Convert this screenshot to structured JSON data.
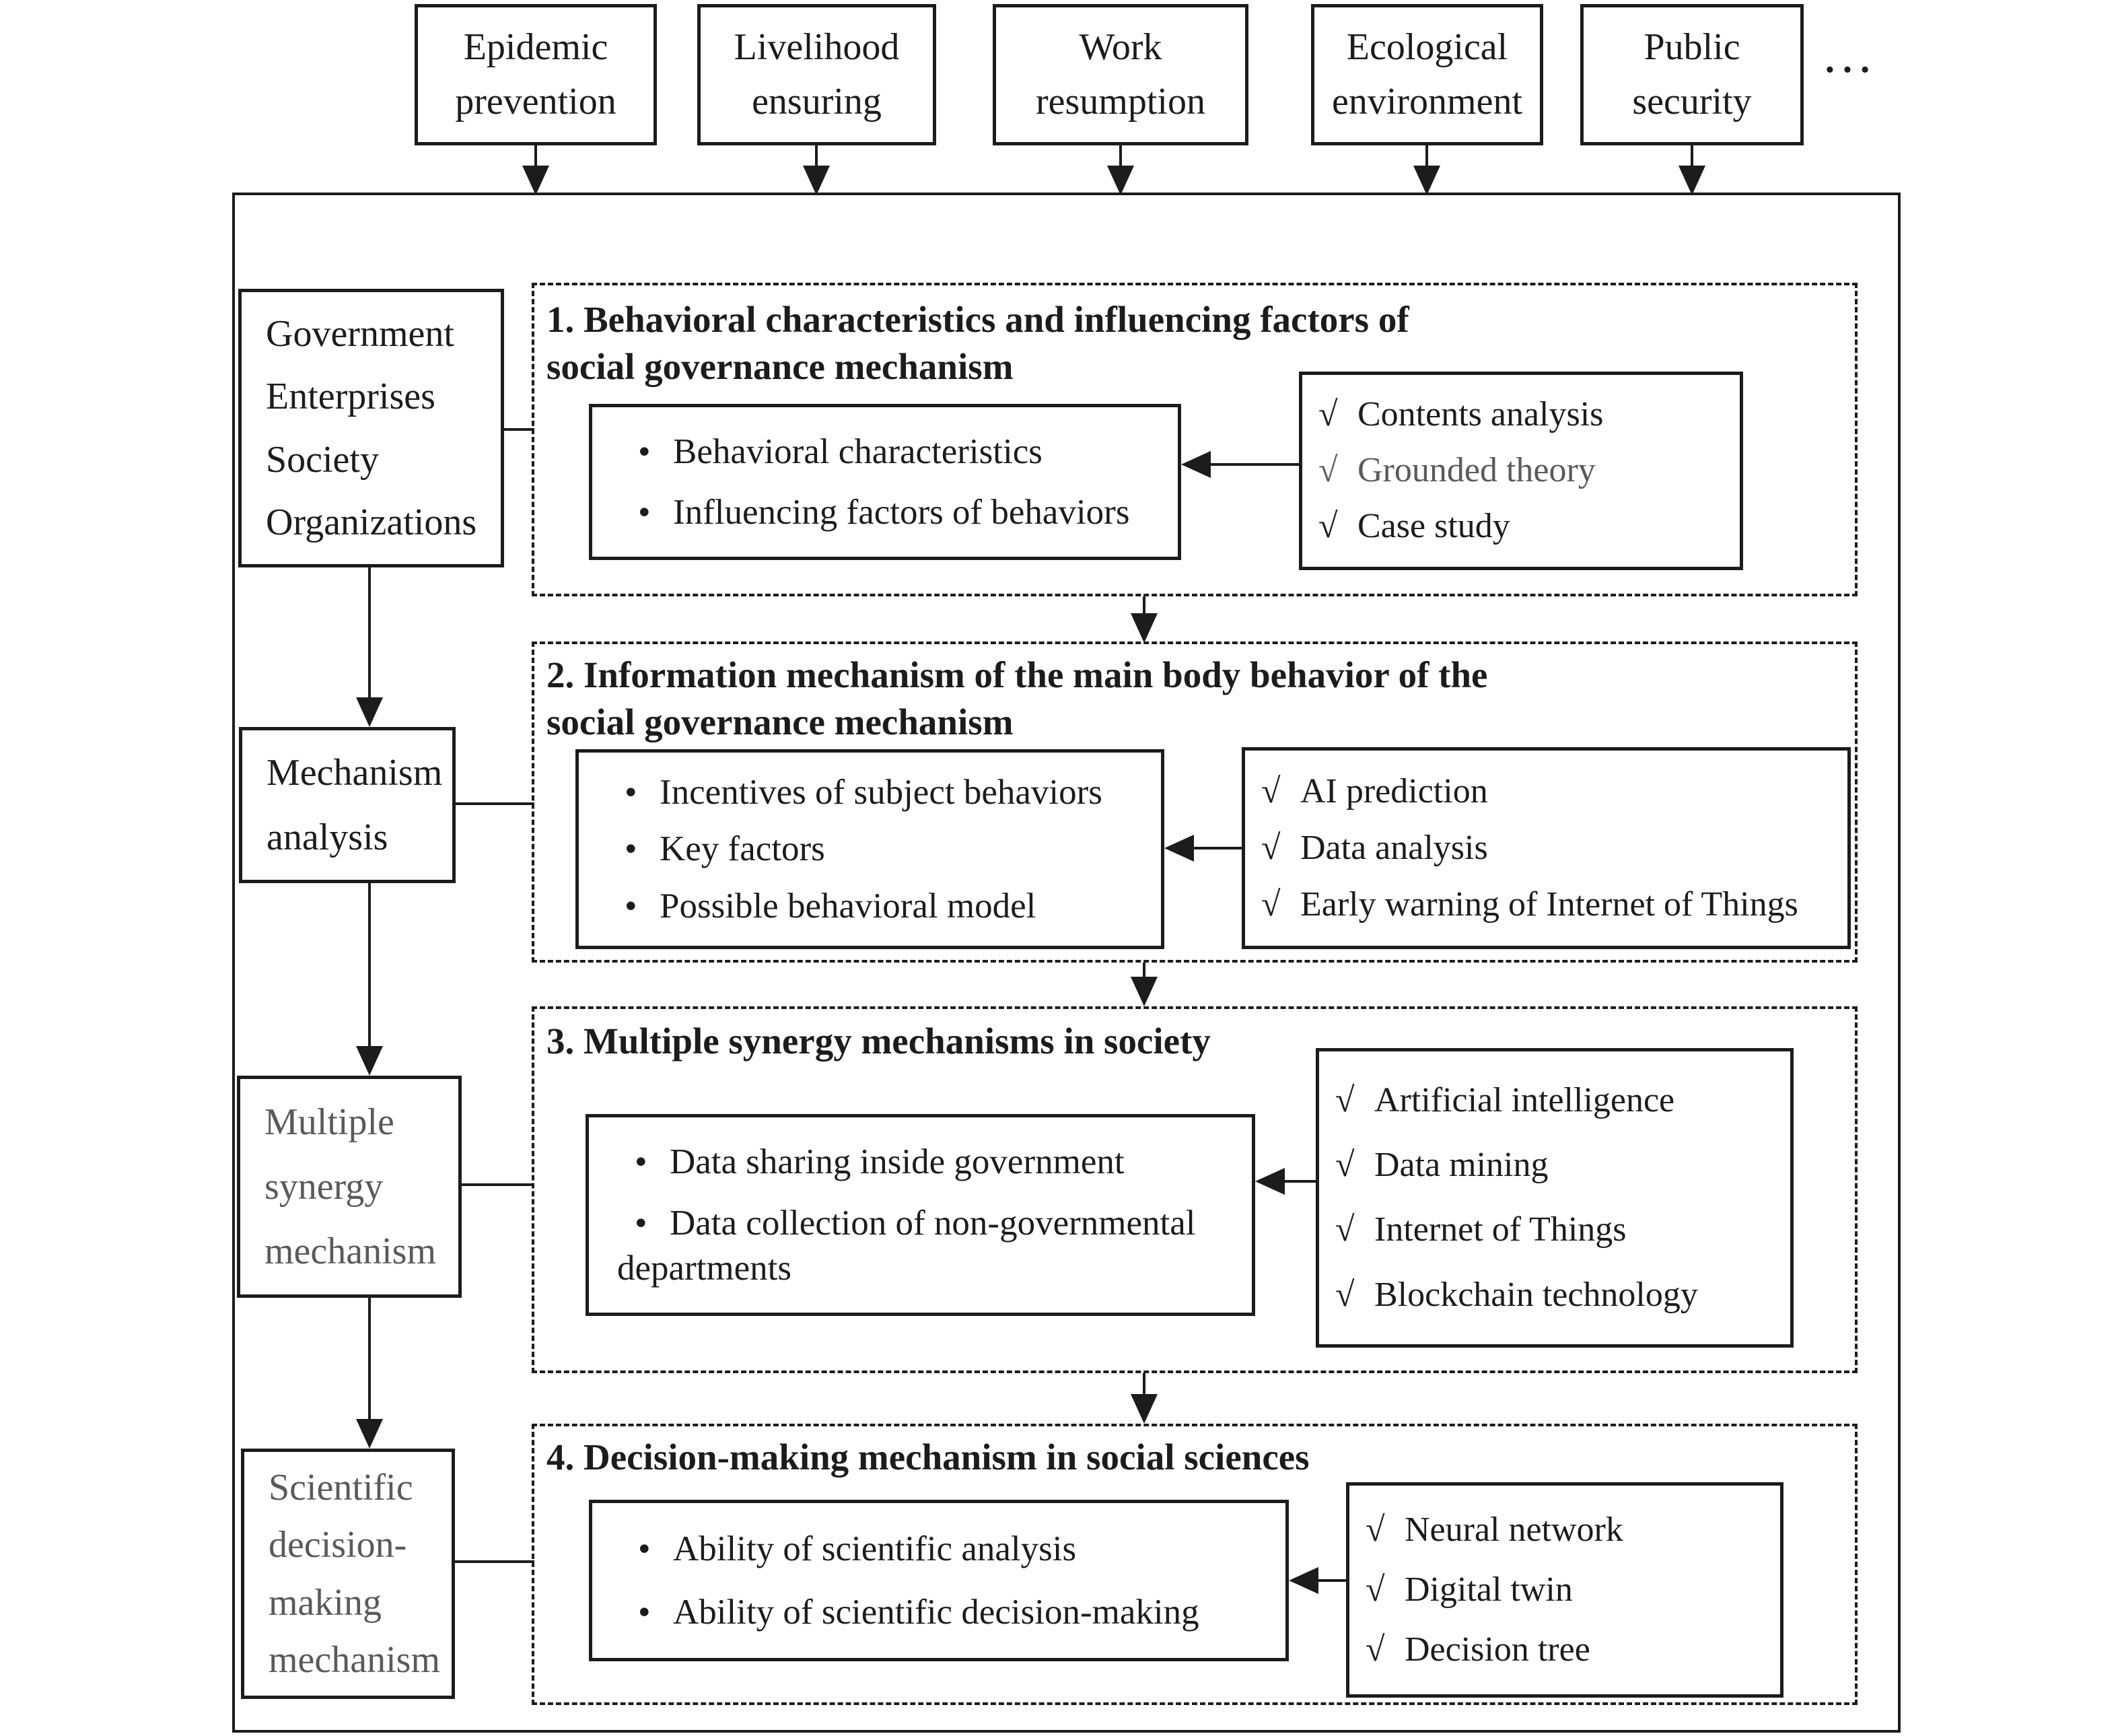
{
  "colors": {
    "ink": "#1c1c1c",
    "muted_text": "#5a5a5a"
  },
  "markers": {
    "bullet": "•",
    "check": "√",
    "ellipsis": "…"
  },
  "top_row": {
    "items": [
      {
        "label": "Epidemic prevention"
      },
      {
        "label": "Livelihood ensuring"
      },
      {
        "label": "Work resumption"
      },
      {
        "label": "Ecological environment"
      },
      {
        "label": "Public security"
      }
    ]
  },
  "left_column": {
    "boxes": [
      {
        "lines": [
          "Government",
          "Enterprises",
          "Society",
          "Organizations"
        ]
      },
      {
        "lines": [
          "Mechanism",
          "analysis"
        ]
      },
      {
        "lines": [
          "Multiple",
          "synergy",
          "mechanism"
        ]
      },
      {
        "lines": [
          "Scientific",
          "decision-",
          "making",
          "mechanism"
        ]
      }
    ]
  },
  "sections": [
    {
      "title_lines": [
        "1. Behavioral characteristics and influencing factors of",
        "social governance mechanism"
      ],
      "bullets": [
        {
          "text": "Behavioral characteristics"
        },
        {
          "text": "Influencing factors of behaviors"
        }
      ],
      "methods": [
        {
          "text": "Contents analysis"
        },
        {
          "text": "Grounded theory",
          "muted": true
        },
        {
          "text": "Case study"
        }
      ]
    },
    {
      "title_lines": [
        "2. Information mechanism of the main body behavior of the",
        "social governance mechanism"
      ],
      "bullets": [
        {
          "text": "Incentives of subject behaviors"
        },
        {
          "text": "Key factors"
        },
        {
          "text": "Possible behavioral model"
        }
      ],
      "methods": [
        {
          "text": "AI prediction"
        },
        {
          "text": "Data analysis"
        },
        {
          "text": "Early warning of Internet of Things"
        }
      ]
    },
    {
      "title_lines": [
        "3. Multiple synergy mechanisms in society"
      ],
      "bullets": [
        {
          "text": "Data sharing inside government"
        },
        {
          "text": "Data collection of non-governmental departments"
        }
      ],
      "methods": [
        {
          "text": "Artificial intelligence"
        },
        {
          "text": "Data mining"
        },
        {
          "text": "Internet of Things"
        },
        {
          "text": "Blockchain technology"
        }
      ]
    },
    {
      "title_lines": [
        "4. Decision-making mechanism in social sciences"
      ],
      "bullets": [
        {
          "text": "Ability of scientific analysis"
        },
        {
          "text": "Ability of scientific decision-making"
        }
      ],
      "methods": [
        {
          "text": "Neural network"
        },
        {
          "text": "Digital twin"
        },
        {
          "text": "Decision tree"
        }
      ]
    }
  ]
}
